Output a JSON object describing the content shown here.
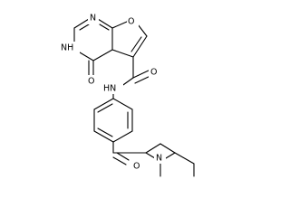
{
  "molecule": {
    "atoms": {
      "n1": "N",
      "o_furan": "O",
      "n3h": "N",
      "h3": "H",
      "o_keto": "O",
      "o_amide": "O",
      "n_amide": "N",
      "h_amide": "H",
      "o_pip": "O",
      "n_pip": "N"
    },
    "labels": {
      "n1": "N",
      "o_furan": "O",
      "nh_ring": "NH",
      "o_keto": "O",
      "hn_amide": "HN",
      "o_amide": "O",
      "o_pip": "O",
      "n_pip": "N"
    }
  }
}
